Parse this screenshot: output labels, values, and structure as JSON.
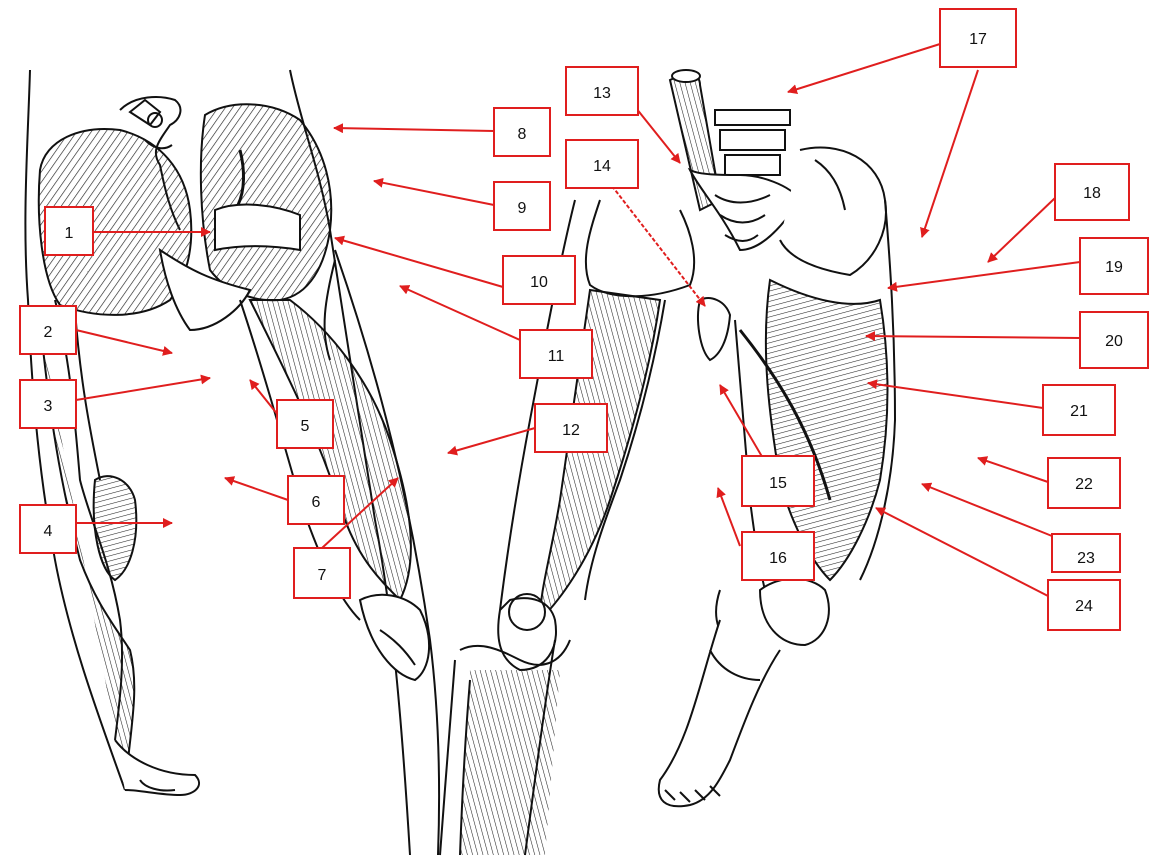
{
  "diagram": {
    "colors": {
      "label_red": "#e01e1e",
      "ink": "#111111",
      "paper": "#ffffff"
    },
    "figures": [
      {
        "name": "posterior-hip-and-thigh-view"
      },
      {
        "name": "anterior-hip-and-thigh-view"
      }
    ],
    "labels": [
      "1",
      "2",
      "3",
      "4",
      "5",
      "6",
      "7",
      "8",
      "9",
      "10",
      "11",
      "12",
      "13",
      "14",
      "15",
      "16",
      "17",
      "18",
      "19",
      "20",
      "21",
      "22",
      "23",
      "24"
    ]
  }
}
